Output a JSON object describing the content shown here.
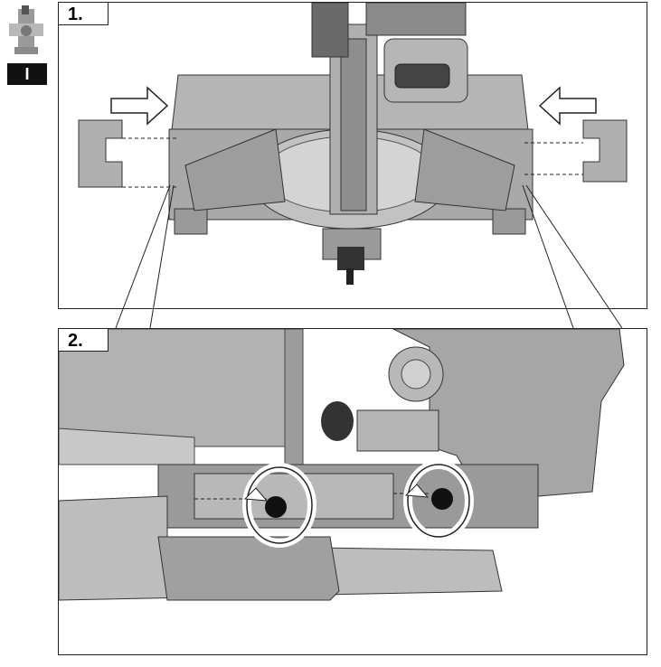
{
  "thumbnail": {
    "tag": "I"
  },
  "panels": [
    {
      "label": "1."
    },
    {
      "label": "2."
    }
  ],
  "colors": {
    "metal": "#a8a8a8",
    "metal_dark": "#7a7a7a",
    "metal_light": "#c9c9c9",
    "line": "#222222"
  }
}
